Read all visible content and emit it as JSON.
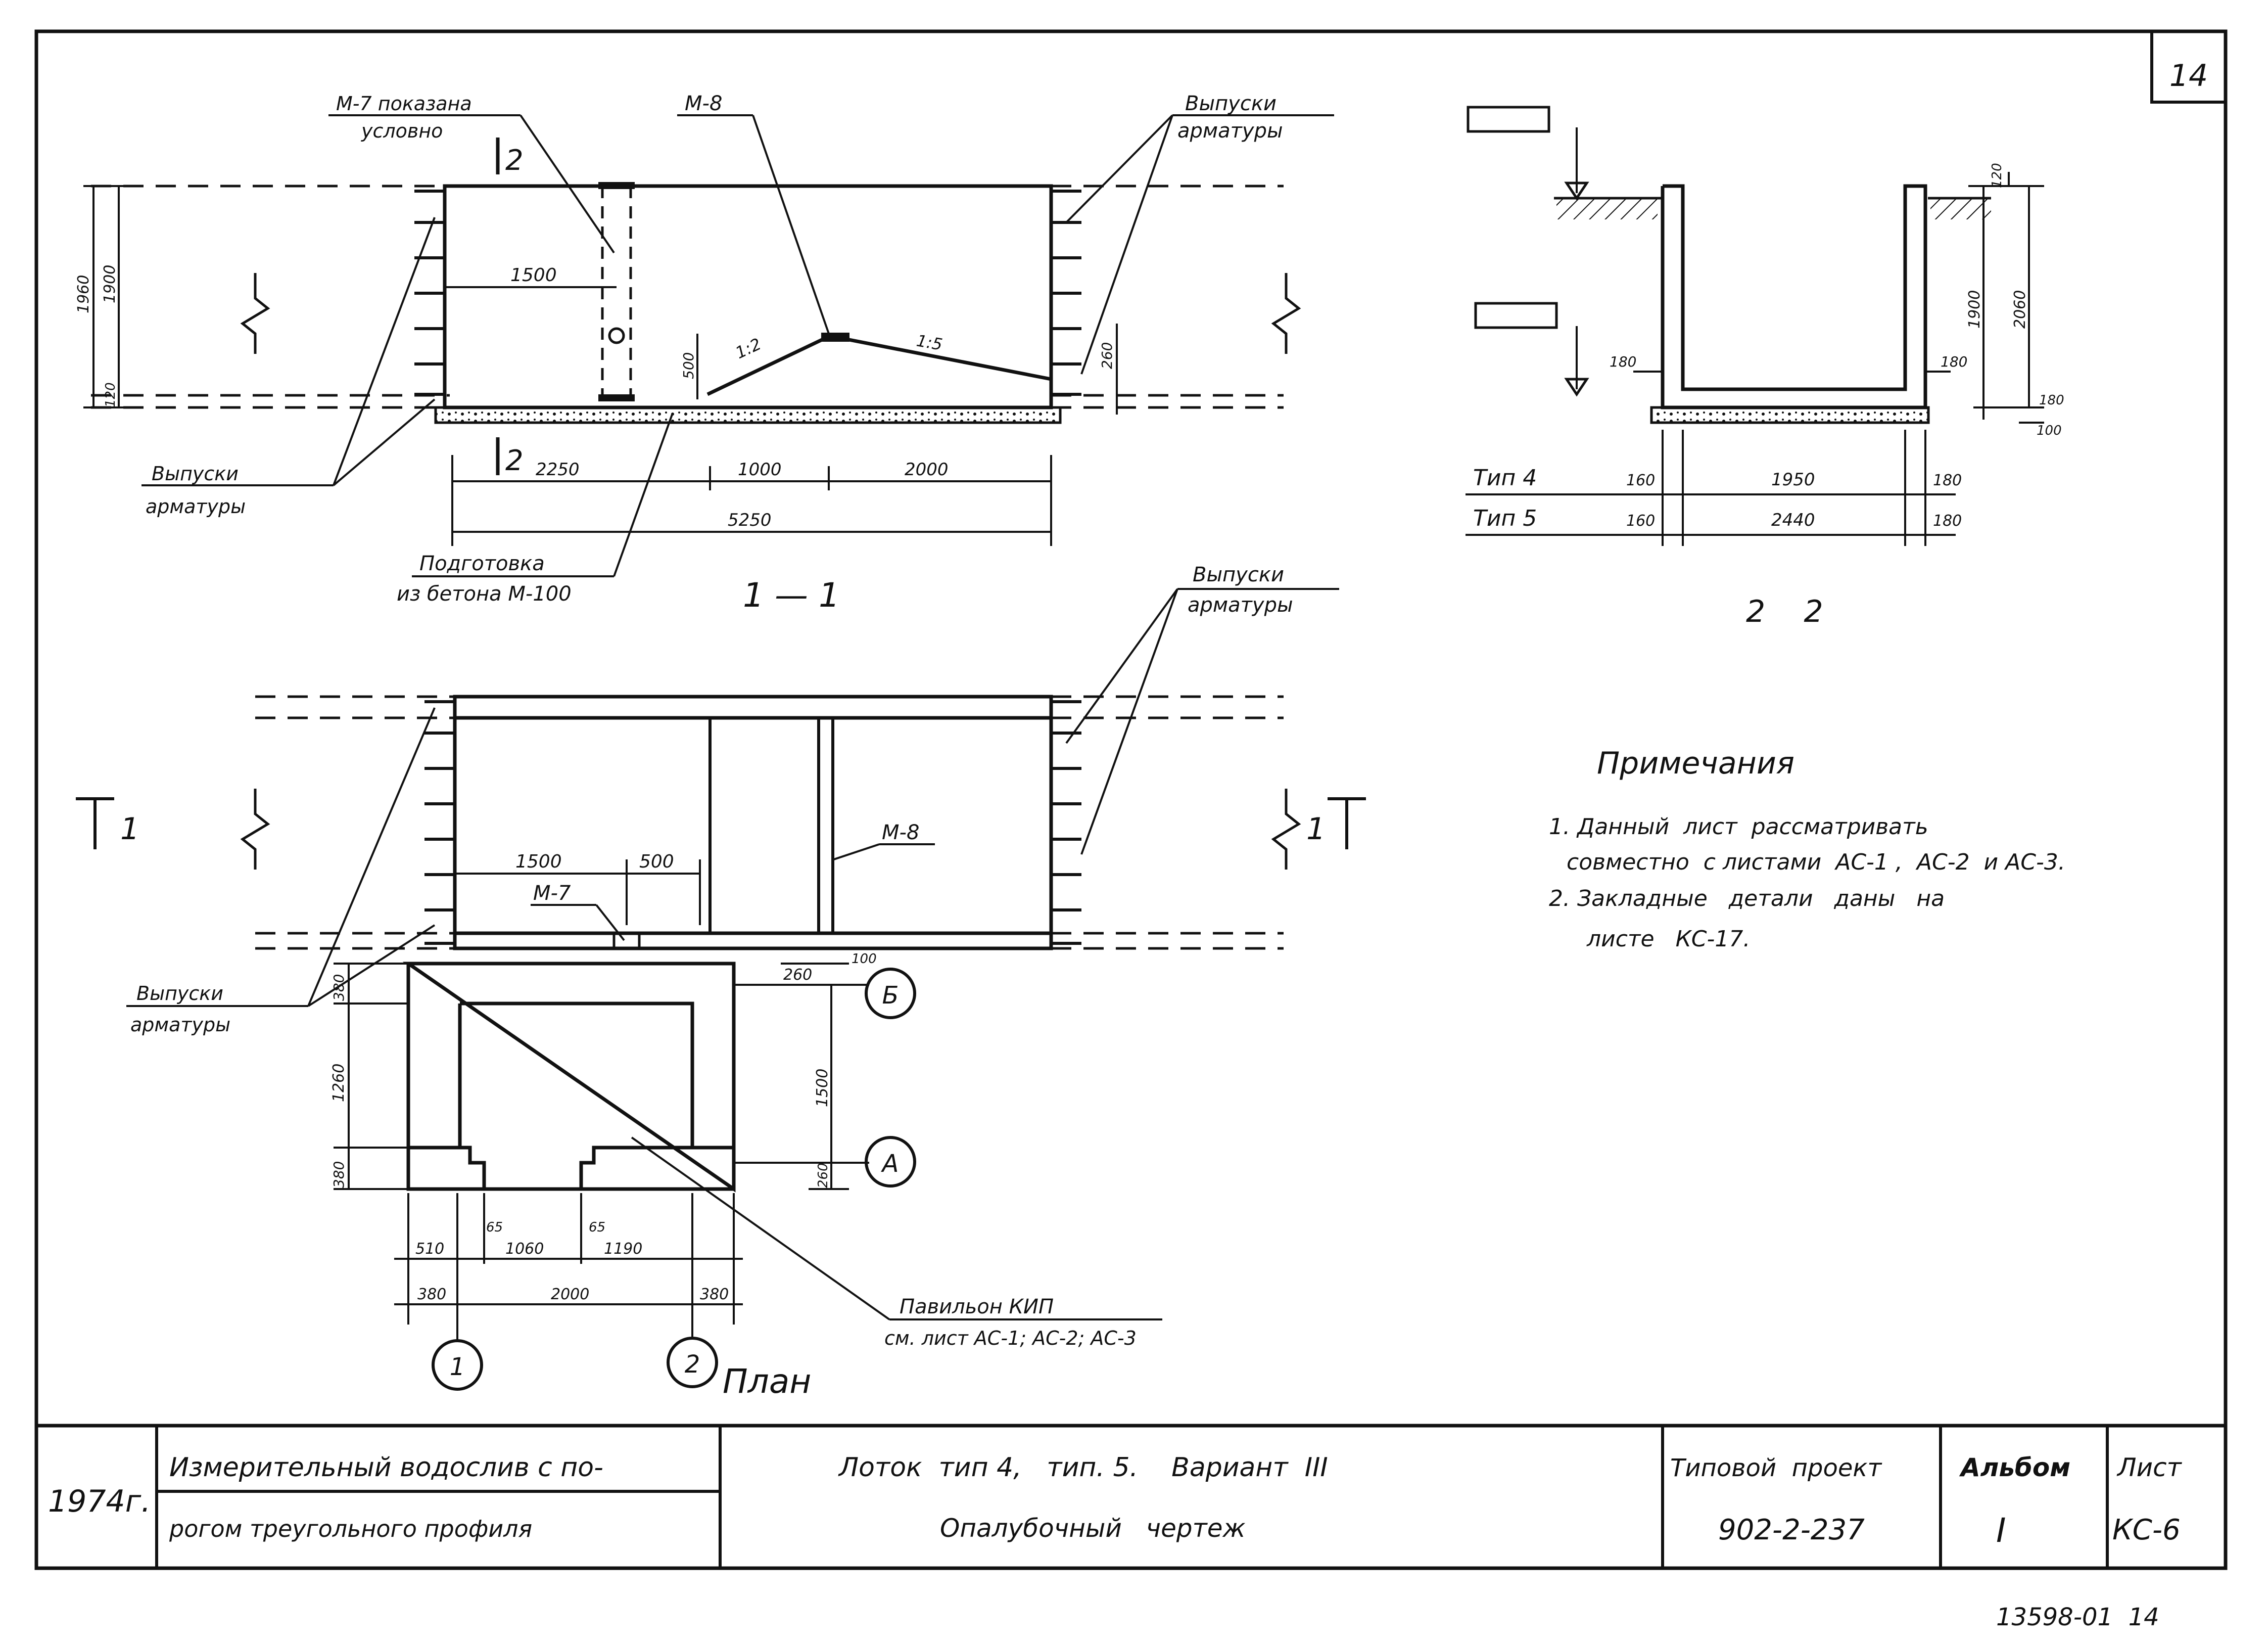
{
  "sheet": {
    "page_number": "14",
    "archive_code": "13598-01  14"
  },
  "section_1_1": {
    "caption": "1 — 1",
    "section_mark": "2",
    "labels": {
      "m7_note_1": "М-7 показана",
      "m7_note_2": "условно",
      "m8": "М-8",
      "outlets_top_1": "Выпуски",
      "outlets_top_2": "арматуры",
      "outlets_left_1": "Выпуски",
      "outlets_left_2": "арматуры",
      "prep_1": "Подготовка",
      "prep_2": "из бетона М-100",
      "slope_1": "1:2",
      "slope_2": "1:5"
    },
    "dims": {
      "h1": "1960",
      "h2": "1900",
      "h3": "120",
      "d1500": "1500",
      "d500": "500",
      "d260": "260",
      "b1": "2250",
      "b2": "1000",
      "b3": "2000",
      "total": "5250"
    }
  },
  "section_2_2": {
    "caption": "2    2",
    "dims": {
      "top": "120",
      "left_wall": "180",
      "right_wall": "180",
      "h_inner": "1900",
      "h_total": "2060",
      "base1": "180",
      "base2": "100"
    },
    "type_rows": [
      {
        "label": "Тип 4",
        "left": "160",
        "mid": "1950",
        "right": "180"
      },
      {
        "label": "Тип 5",
        "left": "160",
        "mid": "2440",
        "right": "180"
      }
    ]
  },
  "plan": {
    "caption": "План",
    "section_mark_left": "1",
    "section_mark_right": "1",
    "labels": {
      "m7": "М-7",
      "m8": "М-8",
      "outlets_top_1": "Выпуски",
      "outlets_top_2": "арматуры",
      "outlets_left_1": "Выпуски",
      "outlets_left_2": "арматуры",
      "pavilion_1": "Павильон КИП",
      "pavilion_2": "см. лист  АС-1; АС-2; АС-3"
    },
    "axes": {
      "b": "Б",
      "a": "А",
      "one": "1",
      "two": "2"
    },
    "dims": {
      "d1500": "1500",
      "d500": "500",
      "d260": "260",
      "d100": "100",
      "v380a": "380",
      "v1260": "1260",
      "v380b": "380",
      "r1500": "1500",
      "r260": "260",
      "d65a": "65",
      "d65b": "65",
      "b510": "510",
      "b1060": "1060",
      "b1190": "1190",
      "c380a": "380",
      "c2000": "2000",
      "c380b": "380"
    }
  },
  "notes": {
    "title": "Примечания",
    "lines": [
      "1. Данный  лист  рассматривать",
      "совместно  с листами  АС-1 ,  АС-2  и АС-3.",
      "2. Закладные   детали   даны   на",
      "листе   КС-17."
    ]
  },
  "title_block": {
    "year": "1974г.",
    "object_line1": "Измерительный водослив с по-",
    "object_line2": "рогом треугольного профиля",
    "sheet_title_line1": "Лоток  тип 4,   тип. 5.    Вариант  III",
    "sheet_title_line2": "Опалубочный   чертеж",
    "project_label": "Типовой  проект",
    "project_number": "902-2-237",
    "album_label": "Альбом",
    "album_value": "I",
    "sheet_label": "Лист",
    "sheet_value": "КС-6"
  }
}
